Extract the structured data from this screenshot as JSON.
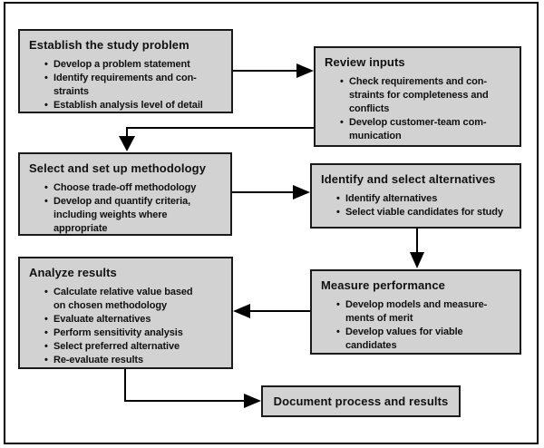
{
  "diagram": {
    "type": "flowchart",
    "colors": {
      "box_fill": "#d2d2d2",
      "box_border": "#1a1a1a",
      "text": "#111111",
      "arrow": "#000000",
      "background": "#ffffff"
    },
    "boxes": [
      {
        "id": "establish-study-problem",
        "title": "Establish the study problem",
        "bullets": [
          "Develop a problem statement",
          "Identify requirements and con-\nstraints",
          "Establish analysis level of detail"
        ]
      },
      {
        "id": "review-inputs",
        "title": "Review inputs",
        "bullets": [
          "Check requirements and con-\nstraints for completeness and\nconflicts",
          "Develop customer-team com-\nmunication"
        ]
      },
      {
        "id": "select-methodology",
        "title": "Select and set up methodology",
        "bullets": [
          "Choose trade-off methodology",
          "Develop and quantify criteria,\nincluding weights where\nappropriate"
        ]
      },
      {
        "id": "identify-alternatives",
        "title": "Identify and select alternatives",
        "bullets": [
          "Identify alternatives",
          "Select viable candidates for study"
        ]
      },
      {
        "id": "analyze-results",
        "title": "Analyze results",
        "bullets": [
          "Calculate relative value based\non chosen methodology",
          "Evaluate alternatives",
          "Perform sensitivity analysis",
          "Select preferred alternative",
          "Re-evaluate results"
        ]
      },
      {
        "id": "measure-performance",
        "title": "Measure performance",
        "bullets": [
          "Develop models and measure-\nments of merit",
          "Develop values for viable\ncandidates"
        ]
      },
      {
        "id": "document-process-results",
        "title": "Document process and results",
        "bullets": []
      }
    ],
    "connections": [
      {
        "from": "establish-study-problem",
        "to": "review-inputs"
      },
      {
        "from": "review-inputs",
        "to": "select-methodology"
      },
      {
        "from": "select-methodology",
        "to": "identify-alternatives"
      },
      {
        "from": "identify-alternatives",
        "to": "measure-performance"
      },
      {
        "from": "measure-performance",
        "to": "analyze-results"
      },
      {
        "from": "analyze-results",
        "to": "document-process-results"
      }
    ]
  }
}
